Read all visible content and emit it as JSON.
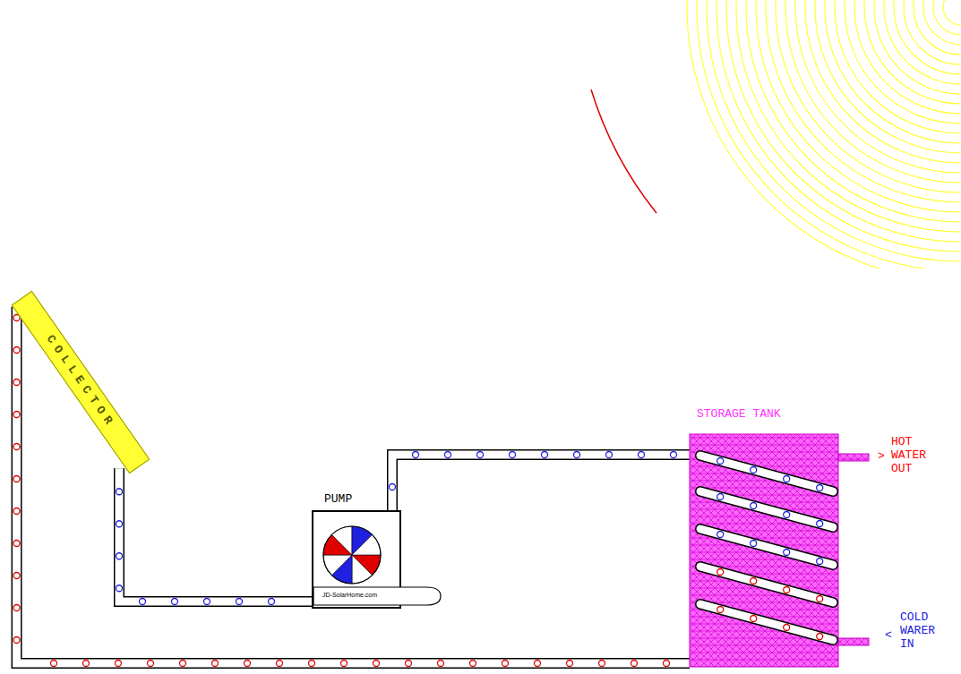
{
  "diagram": {
    "nodes": [
      {
        "text": [
          "COLLECTOR"
        ]
      },
      {
        "text": [
          "PUMP",
          "JD-SolarHome.com"
        ]
      },
      {
        "text": [
          "STORAGE TANK"
        ]
      }
    ],
    "edges": [
      {
        "from": 0,
        "to": 1,
        "arrow": "none"
      },
      {
        "from": 1,
        "to": 2,
        "arrow": "none"
      },
      {
        "from": 2,
        "to": 0,
        "arrow": "none"
      }
    ],
    "labels": [
      "HOT WATER OUT",
      ">",
      "COLD WARER IN",
      "<"
    ]
  }
}
